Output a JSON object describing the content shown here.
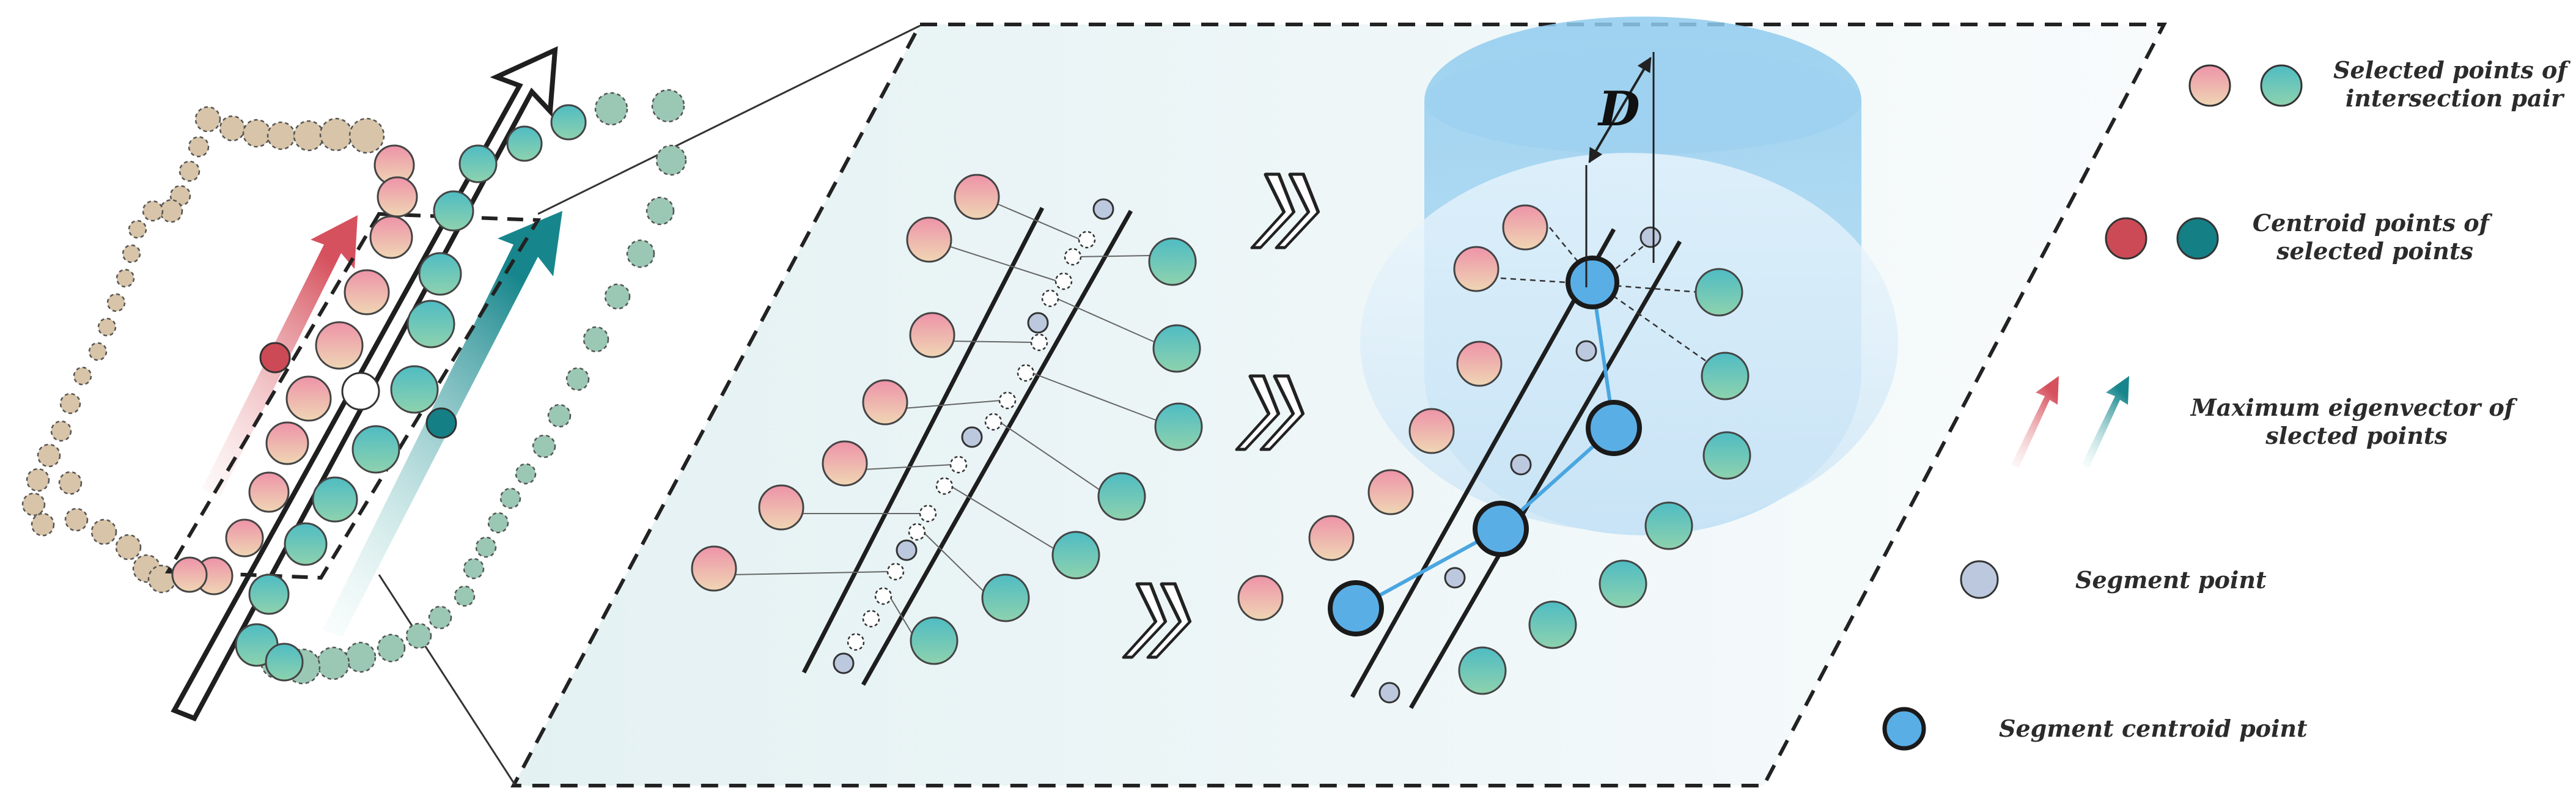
{
  "colors": {
    "pink_top": "#f0a8b5",
    "pink_bottom": "#ecd0b3",
    "teal_top": "#5ec3c5",
    "teal_bottom": "#83cfb2",
    "red_centroid": "#cc4a55",
    "teal_centroid": "#157f86",
    "segment_point": "#bcc8de",
    "segment_centroid": "#5aaee6",
    "cylinder": "#8fc8ea",
    "panel_fill": "#eef6f8"
  },
  "diagram": {
    "distance_label": "D"
  },
  "legend": [
    {
      "id": "selected",
      "label_lines": [
        "Selected points of",
        "intersection pair"
      ],
      "icon": "pink-and-teal-gradient-circles"
    },
    {
      "id": "centroid",
      "label_lines": [
        "Centroid points of",
        "selected points"
      ],
      "icon": "red-and-dark-teal-circles"
    },
    {
      "id": "eigen",
      "label_lines": [
        "Maximum eigenvector of",
        "slected points"
      ],
      "icon": "pink-and-teal-gradient-arrows"
    },
    {
      "id": "segment",
      "label_lines": [
        "Segment point"
      ],
      "icon": "small-grey-blue-circle"
    },
    {
      "id": "segcentroid",
      "label_lines": [
        "Segment centroid point"
      ],
      "icon": "blue-circle-thick-outline"
    }
  ]
}
